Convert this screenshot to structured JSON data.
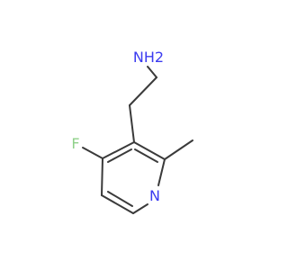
{
  "molecule": {
    "atoms": [
      {
        "id": "N_amine",
        "label": "NH2",
        "color": "#3b3bf0"
      },
      {
        "id": "F",
        "label": "F",
        "color": "#8fd18a"
      },
      {
        "id": "N_ring",
        "label": "N",
        "color": "#3b3bf0"
      }
    ],
    "bond_color": "#3a3a3a"
  }
}
